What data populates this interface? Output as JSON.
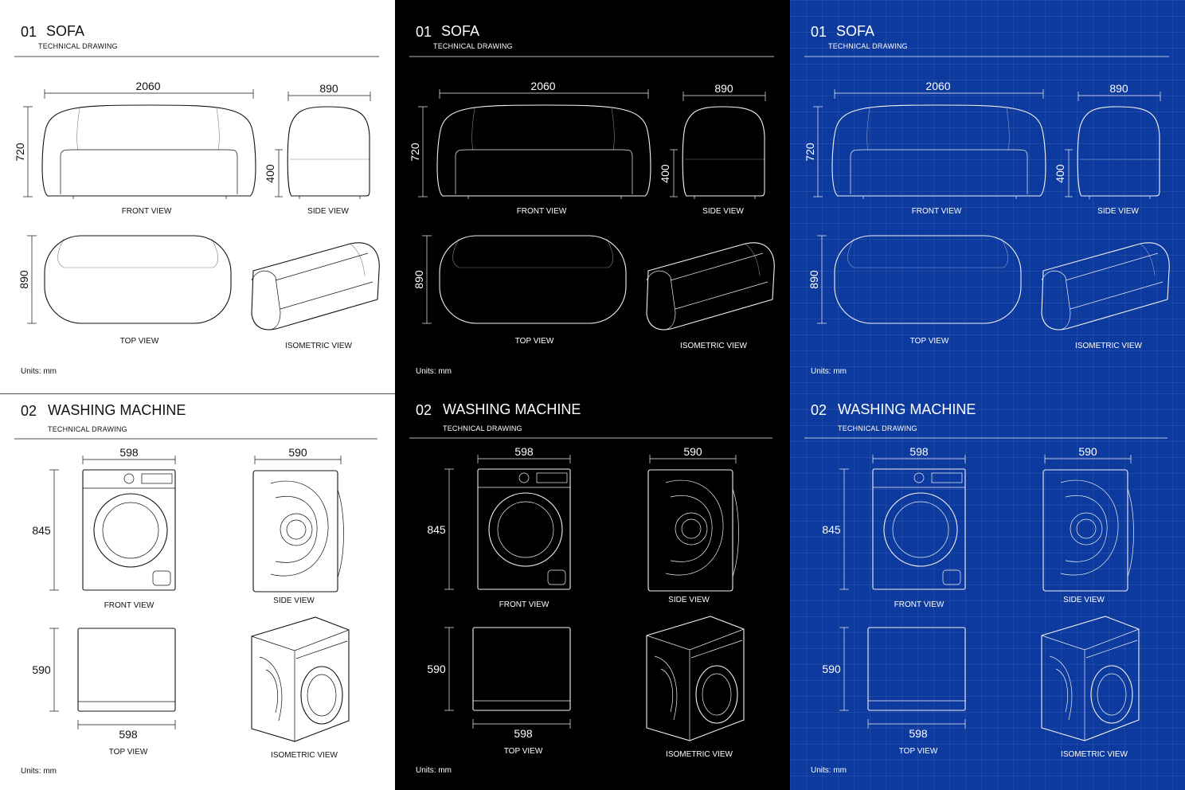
{
  "sheets": [
    {
      "number": "01",
      "title": "SOFA",
      "subtitle": "TECHNICAL DRAWING",
      "dims": {
        "width": "2060",
        "depth": "890",
        "height": "720",
        "seat_height": "400",
        "top_depth": "890"
      },
      "views": {
        "front": "FRONT VIEW",
        "side": "SIDE VIEW",
        "top": "TOP VIEW",
        "iso": "ISOMETRIC VIEW"
      },
      "units": "Units: mm"
    },
    {
      "number": "02",
      "title": "WASHING MACHINE",
      "subtitle": "TECHNICAL DRAWING",
      "dims": {
        "width": "598",
        "depth": "590",
        "height": "845",
        "top_depth": "590",
        "top_width": "598"
      },
      "views": {
        "front": "FRONT VIEW",
        "side": "SIDE VIEW",
        "top": "TOP VIEW",
        "iso": "ISOMETRIC VIEW"
      },
      "units": "Units: mm"
    }
  ],
  "themes": [
    {
      "name": "white",
      "background": "#ffffff",
      "ink": "#111111"
    },
    {
      "name": "black",
      "background": "#000000",
      "ink": "#f2f2f2"
    },
    {
      "name": "blueprint",
      "background": "#0d3a9e",
      "ink": "#f2f2f2"
    }
  ]
}
